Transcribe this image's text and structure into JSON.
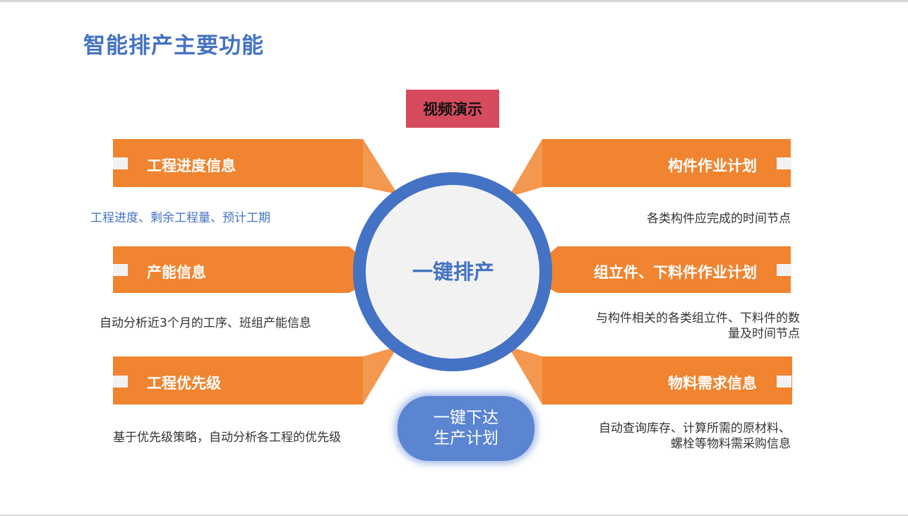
{
  "title": "智能排产主要功能",
  "video_button": "视频演示",
  "center_label": "一键排产",
  "issue_button": {
    "line1": "一键下达",
    "line2": "生产计划"
  },
  "left_items": [
    {
      "title": "工程进度信息",
      "description": "工程进度、剩余工程量、预计工期"
    },
    {
      "title": "产能信息",
      "description": "自动分析近3个月的工序、班组产能信息"
    },
    {
      "title": "工程优先级",
      "description": "基于优先级策略，自动分析各工程的优先级"
    }
  ],
  "right_items": [
    {
      "title": "构件作业计划",
      "description": "各类构件应完成的时间节点"
    },
    {
      "title": "组立件、下料件作业计划",
      "description_line1": "与构件相关的各类组立件、下料件的数",
      "description_line2": "量及时间节点"
    },
    {
      "title": "物料需求信息",
      "description_line1": "自动查询库存、计算所需的原材料、",
      "description_line2": "螺栓等物料需采购信息"
    }
  ],
  "colors": {
    "accent_blue": "#4472c4",
    "banner_orange": "#f08430",
    "video_red": "#d54b5d",
    "circle_fill": "#f2f2f2"
  }
}
